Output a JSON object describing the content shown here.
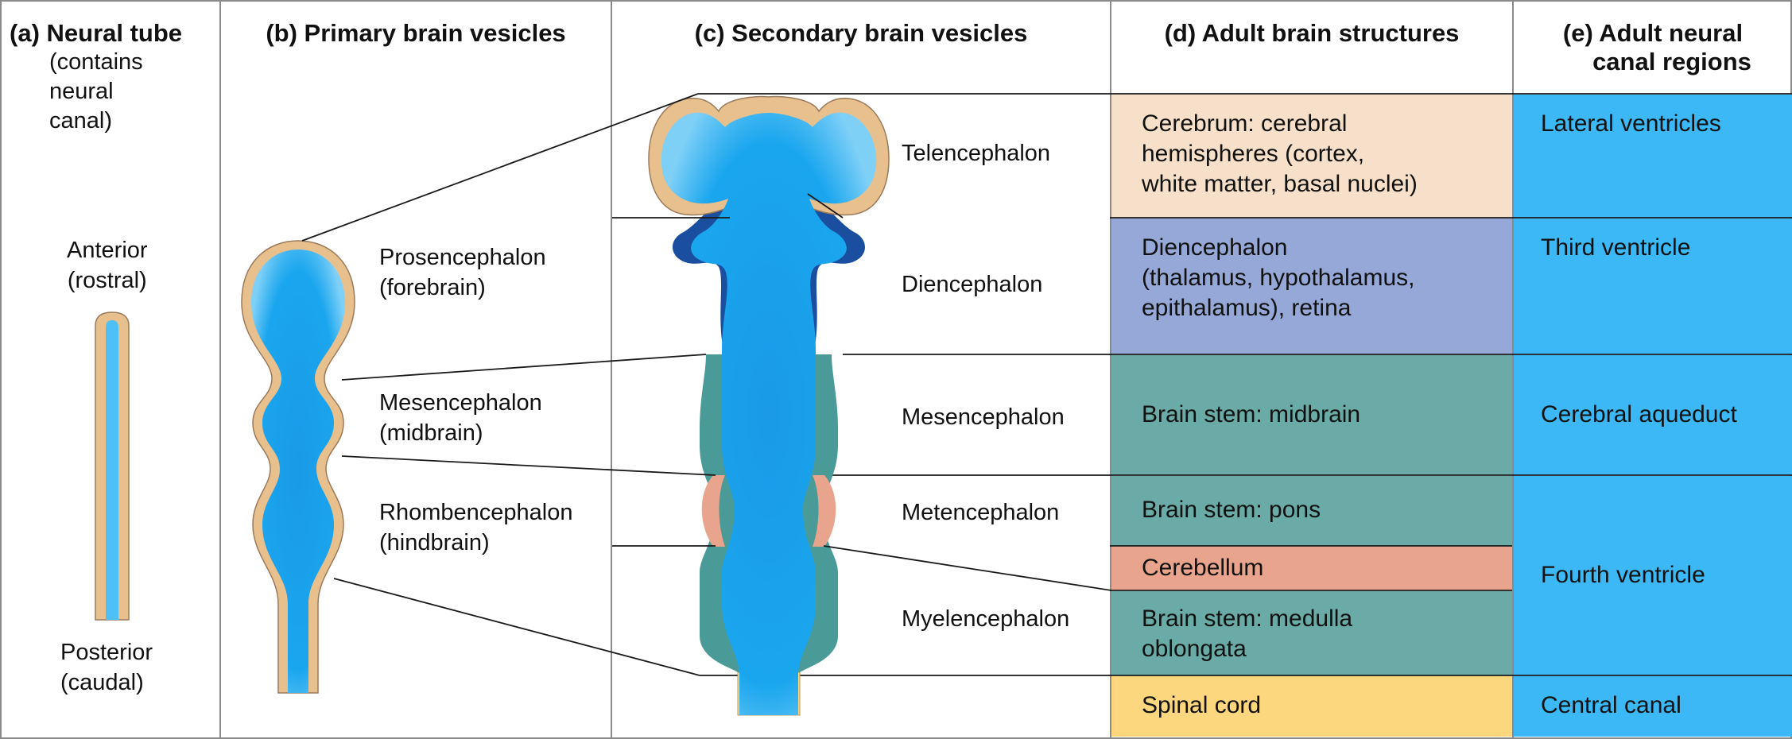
{
  "columns": {
    "a": {
      "letter": "(a)",
      "title": "Neural tube",
      "subtitle_lines": [
        "(contains",
        "neural",
        "canal)"
      ]
    },
    "b": {
      "title": "(b) Primary brain vesicles"
    },
    "c": {
      "title": "(c) Secondary brain vesicles"
    },
    "d": {
      "title": "(d) Adult brain structures"
    },
    "e": {
      "title_lines": [
        "(e) Adult neural",
        "canal regions"
      ]
    }
  },
  "neural_tube": {
    "anterior": [
      "Anterior",
      "(rostral)"
    ],
    "posterior": [
      "Posterior",
      "(caudal)"
    ]
  },
  "primary_vesicles": [
    {
      "lines": [
        "Prosencephalon",
        "(forebrain)"
      ]
    },
    {
      "lines": [
        "Mesencephalon",
        "(midbrain)"
      ]
    },
    {
      "lines": [
        "Rhombencephalon",
        "(hindbrain)"
      ]
    }
  ],
  "secondary_vesicles": [
    "Telencephalon",
    "Diencephalon",
    "Mesencephalon",
    "Metencephalon",
    "Myelencephalon"
  ],
  "adult_structures": [
    {
      "lines": [
        "Cerebrum: cerebral",
        "hemispheres (cortex,",
        "white matter, basal nuclei)"
      ],
      "color": "#f6e0c9"
    },
    {
      "lines": [
        "Diencephalon",
        "(thalamus, hypothalamus,",
        "epithalamus), retina"
      ],
      "color": "#96a8d8"
    },
    {
      "lines": [
        "Brain stem: midbrain"
      ],
      "color": "#6aaaa7"
    },
    {
      "lines": [
        "Brain stem: pons"
      ],
      "color": "#6aaaa7"
    },
    {
      "lines": [
        "Cerebellum"
      ],
      "color": "#e8a48c"
    },
    {
      "lines": [
        "Brain stem: medulla",
        "oblongata"
      ],
      "color": "#6aaaa7"
    },
    {
      "lines": [
        "Spinal cord"
      ],
      "color": "#fdd77e"
    }
  ],
  "canal_regions": [
    {
      "label": "Lateral ventricles"
    },
    {
      "label": "Third ventricle"
    },
    {
      "label": "Cerebral aqueduct"
    },
    {
      "label": "Fourth ventricle"
    },
    {
      "label": "Central canal"
    }
  ],
  "colors": {
    "canal_blue": "#3bb8f5",
    "lumen_blue": "#1aa0ea",
    "wall_tan": "#e8c08e",
    "teal": "#4a9a97",
    "salmon": "#e8a48c",
    "diencephalon_dark": "#1a4e9e",
    "spinal_yellow": "#fdd77e",
    "line": "#8a8a8a"
  }
}
